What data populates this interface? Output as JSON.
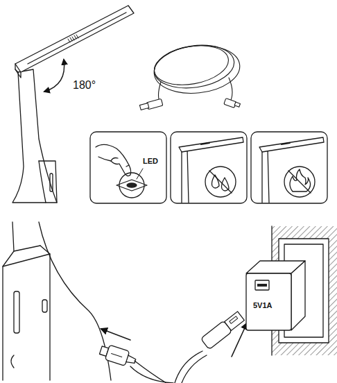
{
  "diagram": {
    "labels": [
      "180°",
      "LED",
      "5V1A"
    ]
  }
}
